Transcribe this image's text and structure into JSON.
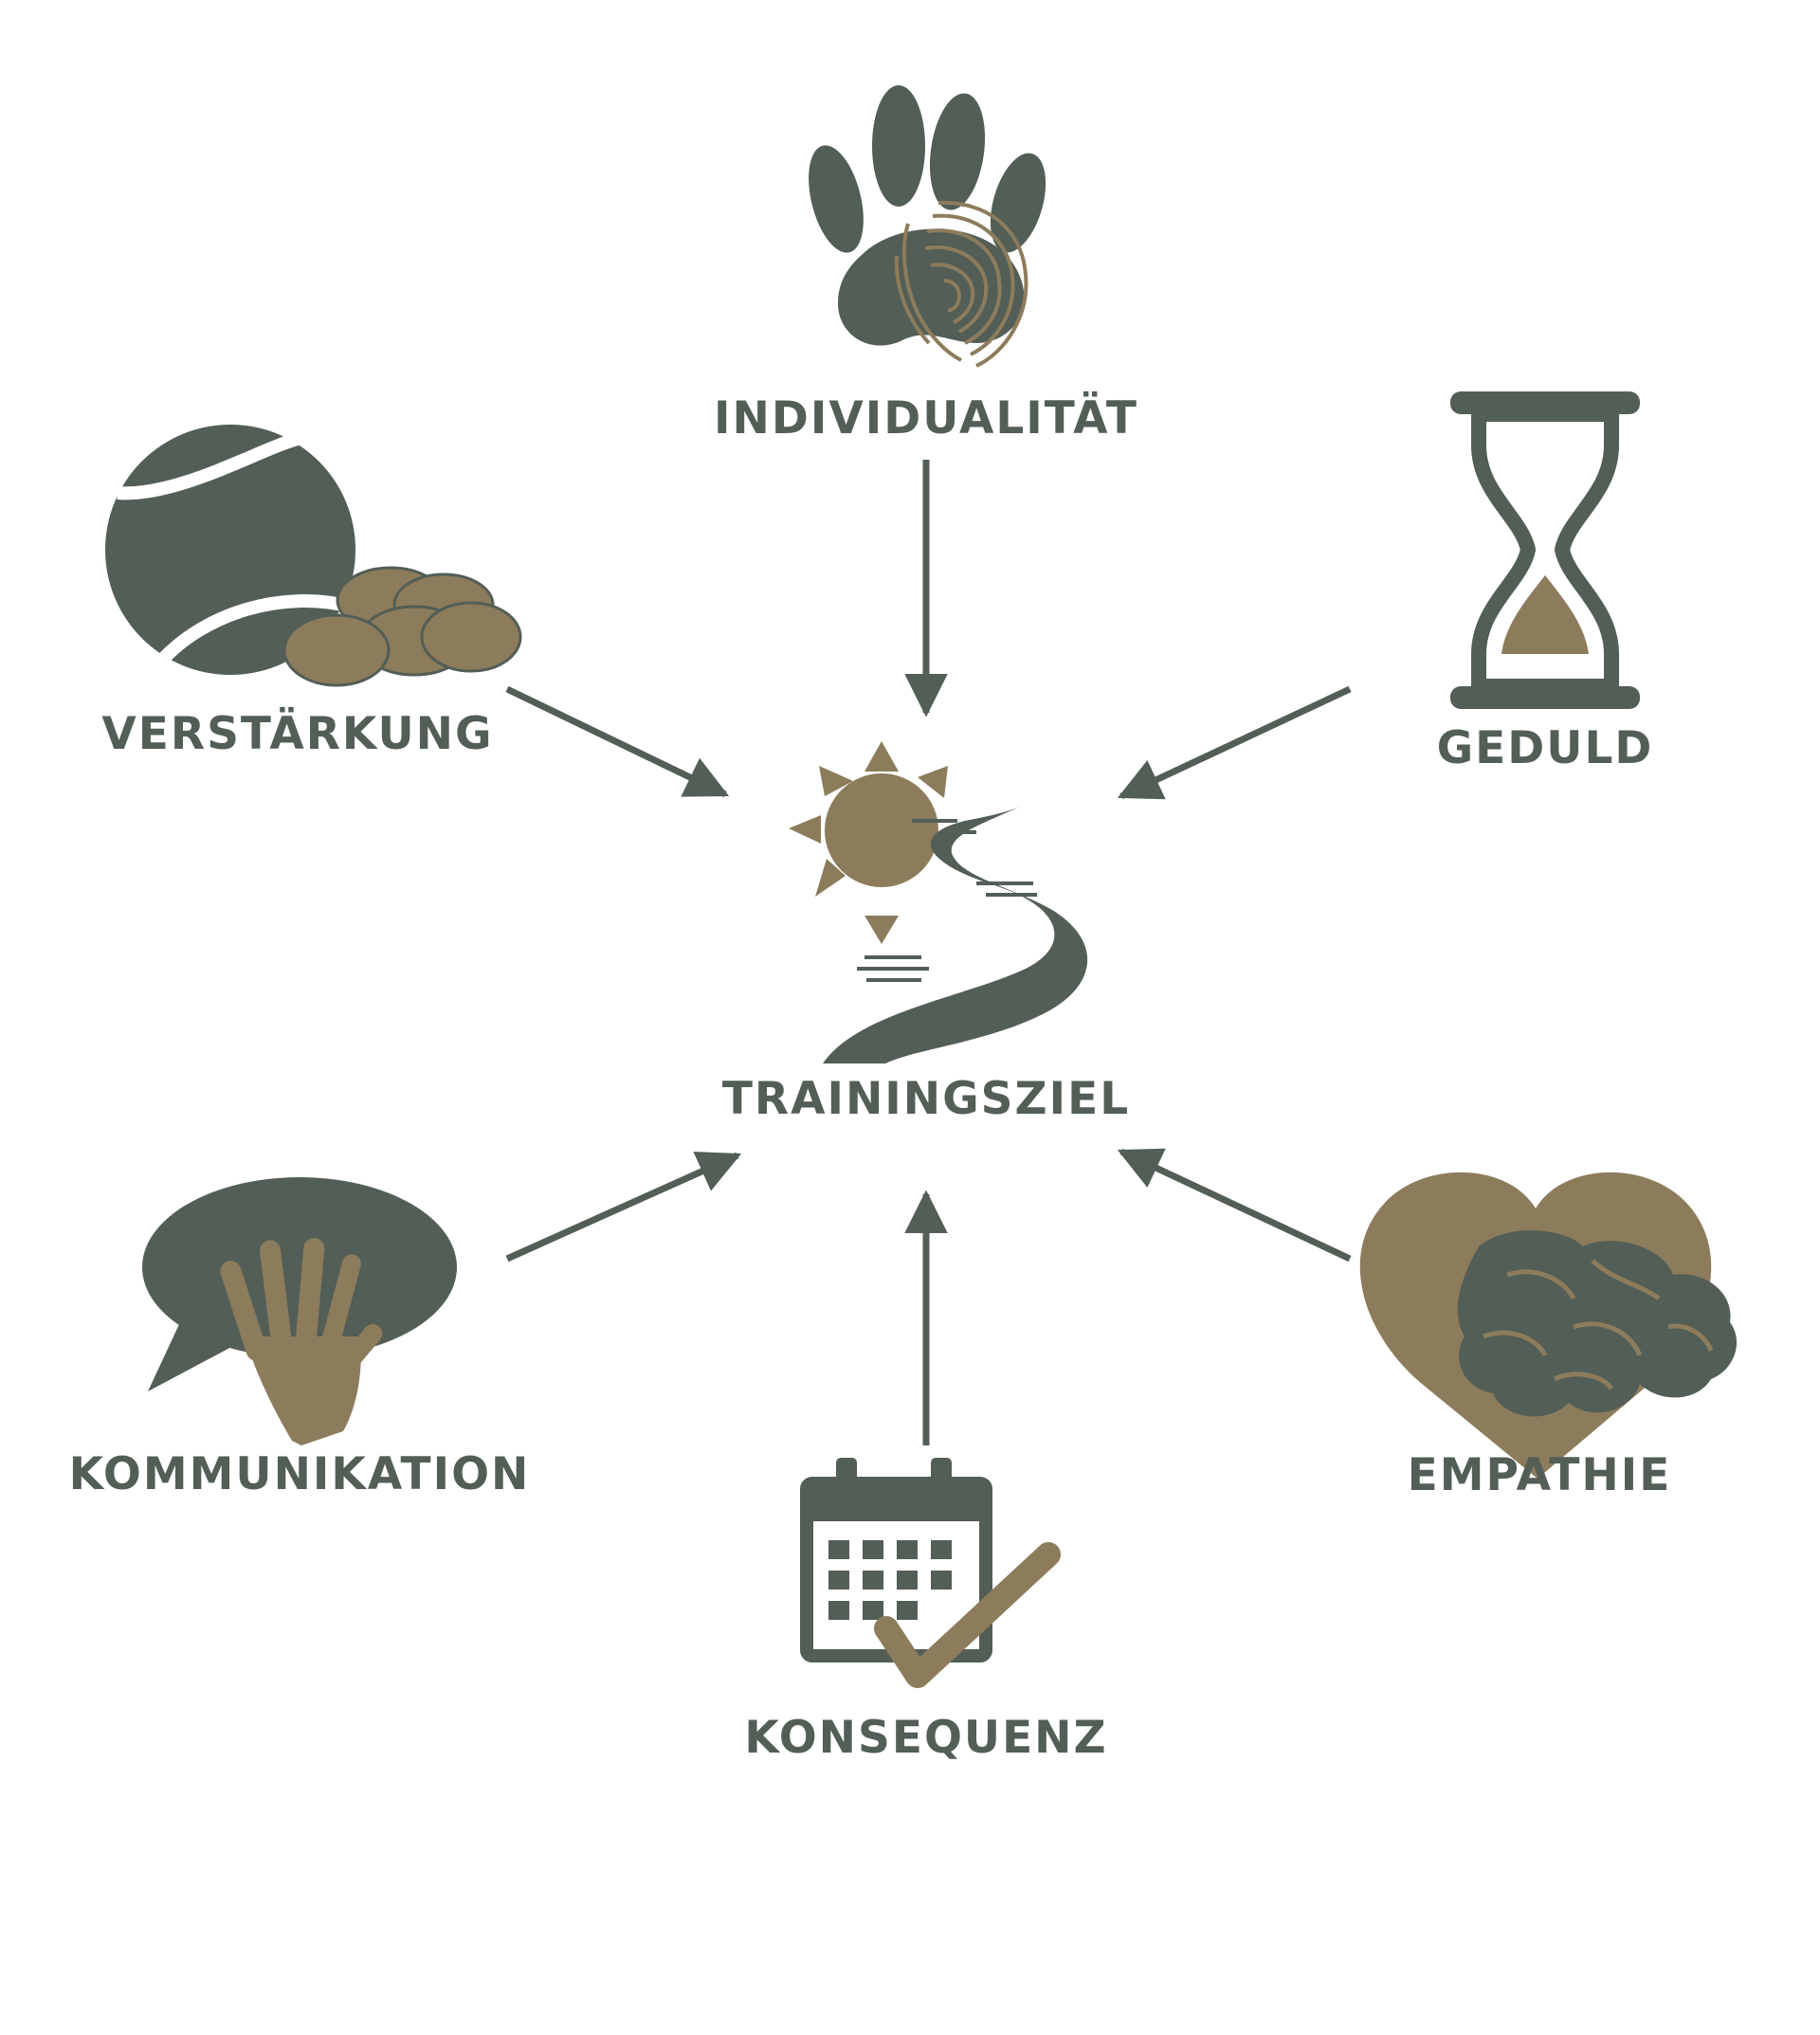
{
  "colors": {
    "dark": "#525e56",
    "tan": "#8d7c5c",
    "background": "#ffffff"
  },
  "center": {
    "label": "TRAININGSZIEL",
    "icon": "winding-road-sun-icon"
  },
  "factors": [
    {
      "id": "individualitaet",
      "label": "INDIVIDUALITÄT",
      "icon": "paw-fingerprint-icon"
    },
    {
      "id": "geduld",
      "label": "GEDULD",
      "icon": "hourglass-icon"
    },
    {
      "id": "empathie",
      "label": "EMPATHIE",
      "icon": "heart-brain-icon"
    },
    {
      "id": "konsequenz",
      "label": "KONSEQUENZ",
      "icon": "calendar-check-icon"
    },
    {
      "id": "kommunikation",
      "label": "KOMMUNIKATION",
      "icon": "speech-bubble-hand-icon"
    },
    {
      "id": "verstaerkung",
      "label": "VERSTÄRKUNG",
      "icon": "ball-treats-icon"
    }
  ]
}
